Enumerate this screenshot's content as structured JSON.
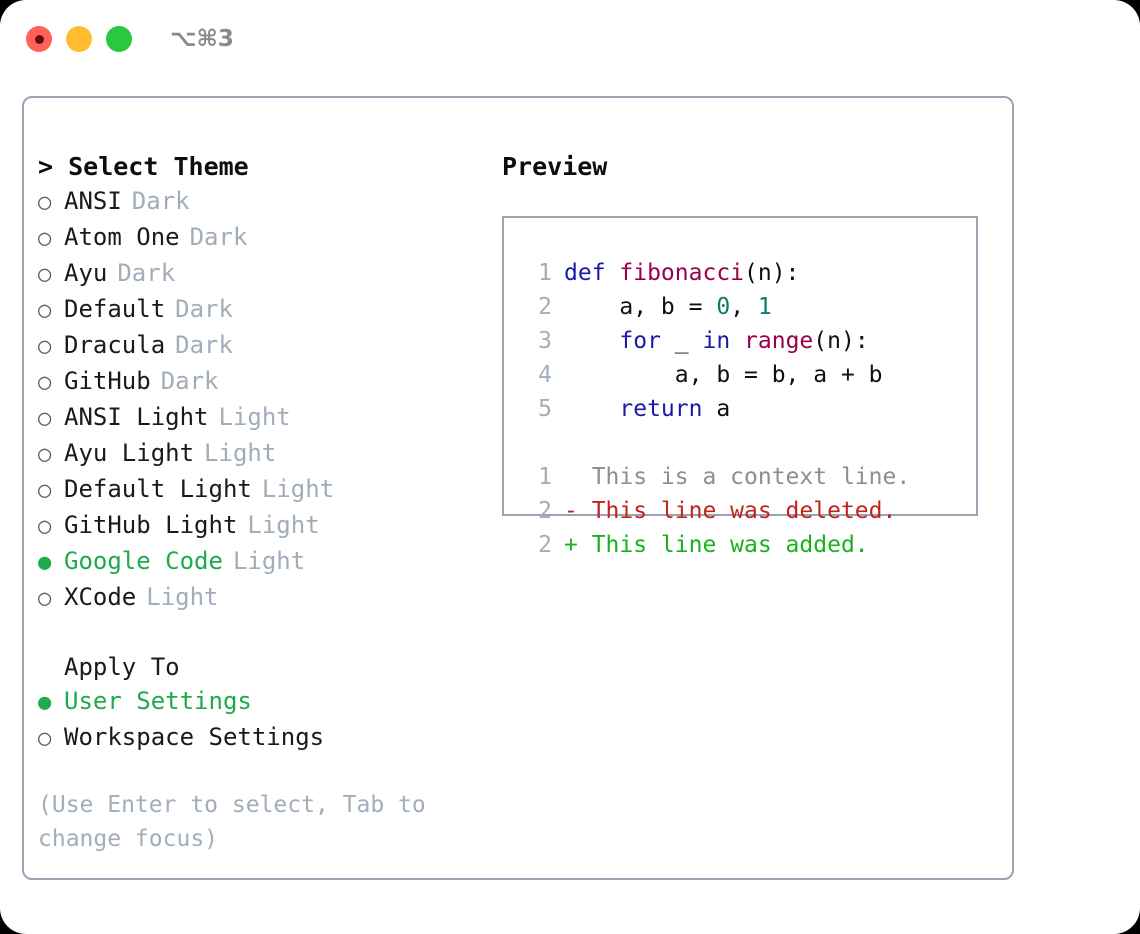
{
  "titlebar": {
    "shortcut": "⌥⌘3",
    "buttons": [
      {
        "name": "close",
        "color": "#ff6058"
      },
      {
        "name": "minimize",
        "color": "#ffbe2f"
      },
      {
        "name": "maximize",
        "color": "#2bc740"
      }
    ]
  },
  "colors": {
    "selected_green": "#1faa4b",
    "muted_grey": "#a2adba",
    "border": "#9aa5b3",
    "keyword_blue": "#1a1aa6",
    "function_magenta": "#99004d",
    "number_teal": "#0d7a6e",
    "diff_add": "#19b21f",
    "diff_del": "#c0241c"
  },
  "theme_picker": {
    "header": "> Select Theme",
    "items": [
      {
        "name": "ANSI",
        "mode": "Dark",
        "selected": false
      },
      {
        "name": "Atom One",
        "mode": "Dark",
        "selected": false
      },
      {
        "name": "Ayu",
        "mode": "Dark",
        "selected": false
      },
      {
        "name": "Default",
        "mode": "Dark",
        "selected": false
      },
      {
        "name": "Dracula",
        "mode": "Dark",
        "selected": false
      },
      {
        "name": "GitHub",
        "mode": "Dark",
        "selected": false
      },
      {
        "name": "ANSI Light",
        "mode": "Light",
        "selected": false
      },
      {
        "name": "Ayu Light",
        "mode": "Light",
        "selected": false
      },
      {
        "name": "Default Light",
        "mode": "Light",
        "selected": false
      },
      {
        "name": "GitHub Light",
        "mode": "Light",
        "selected": false
      },
      {
        "name": "Google Code",
        "mode": "Light",
        "selected": true
      },
      {
        "name": "XCode",
        "mode": "Light",
        "selected": false
      }
    ],
    "bullet_selected": "●",
    "bullet_unselected": "○"
  },
  "apply_to": {
    "label": "Apply To",
    "options": [
      {
        "name": "User Settings",
        "selected": true
      },
      {
        "name": "Workspace Settings",
        "selected": false
      }
    ]
  },
  "hint": "(Use Enter to select, Tab to change focus)",
  "preview": {
    "title": "Preview",
    "code_lines": [
      {
        "number": "1",
        "tokens": [
          {
            "text": "def ",
            "type": "kw"
          },
          {
            "text": "fibonacci",
            "type": "fn"
          },
          {
            "text": "(n):",
            "type": "pln"
          }
        ]
      },
      {
        "number": "2",
        "tokens": [
          {
            "text": "    a, b = ",
            "type": "pln"
          },
          {
            "text": "0",
            "type": "num"
          },
          {
            "text": ", ",
            "type": "pln"
          },
          {
            "text": "1",
            "type": "num"
          }
        ]
      },
      {
        "number": "3",
        "tokens": [
          {
            "text": "    ",
            "type": "pln"
          },
          {
            "text": "for",
            "type": "kw"
          },
          {
            "text": " _ ",
            "type": "pln"
          },
          {
            "text": "in",
            "type": "kw"
          },
          {
            "text": " ",
            "type": "pln"
          },
          {
            "text": "range",
            "type": "fn"
          },
          {
            "text": "(n):",
            "type": "pln"
          }
        ]
      },
      {
        "number": "4",
        "tokens": [
          {
            "text": "        a, b = b, a + b",
            "type": "pln"
          }
        ]
      },
      {
        "number": "5",
        "tokens": [
          {
            "text": "    ",
            "type": "pln"
          },
          {
            "text": "return",
            "type": "kw"
          },
          {
            "text": " a",
            "type": "pln"
          }
        ]
      }
    ],
    "diff_lines": [
      {
        "number": "1",
        "marker": " ",
        "text": "  This is a context line.",
        "kind": "ctx"
      },
      {
        "number": "2",
        "marker": "-",
        "text": "- This line was deleted.",
        "kind": "del"
      },
      {
        "number": "2",
        "marker": "+",
        "text": "+ This line was added.",
        "kind": "add"
      }
    ]
  }
}
